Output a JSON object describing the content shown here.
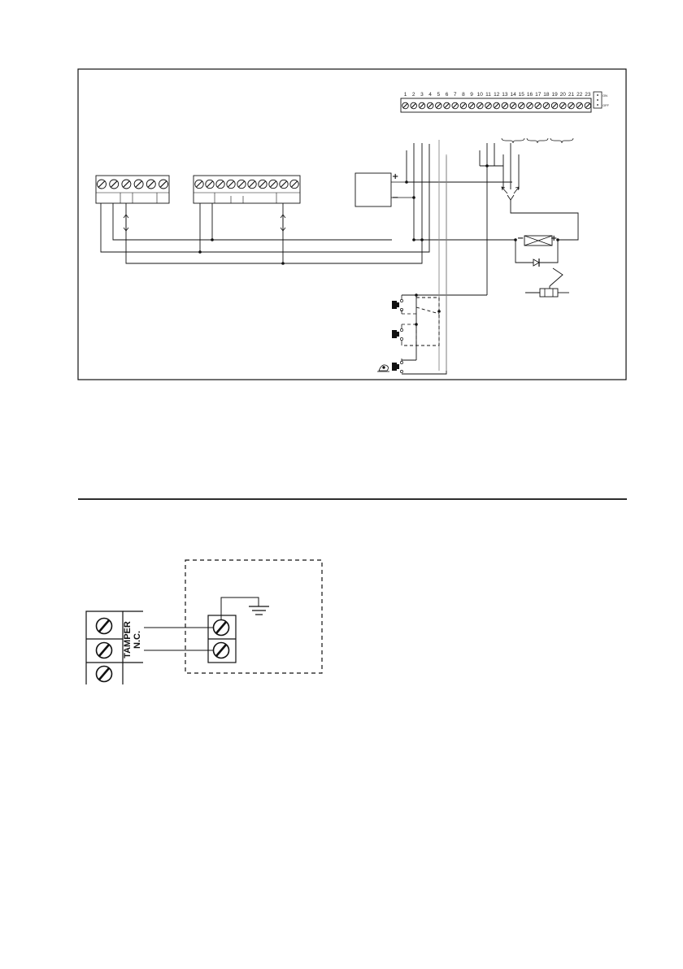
{
  "terminal_numbers": [
    "1",
    "2",
    "3",
    "4",
    "5",
    "6",
    "7",
    "8",
    "9",
    "10",
    "11",
    "12",
    "13",
    "14",
    "15",
    "16",
    "17",
    "18",
    "19",
    "20",
    "21",
    "22",
    "23"
  ],
  "jumper_labels": [
    "ON",
    "OFF"
  ],
  "psu_polarity": {
    "plus": "+",
    "minus": "−"
  },
  "relay_polarity": {
    "minus": "−",
    "plus": "+"
  },
  "tamper_label": {
    "line1": "TAMPER",
    "line2": "N.C."
  }
}
